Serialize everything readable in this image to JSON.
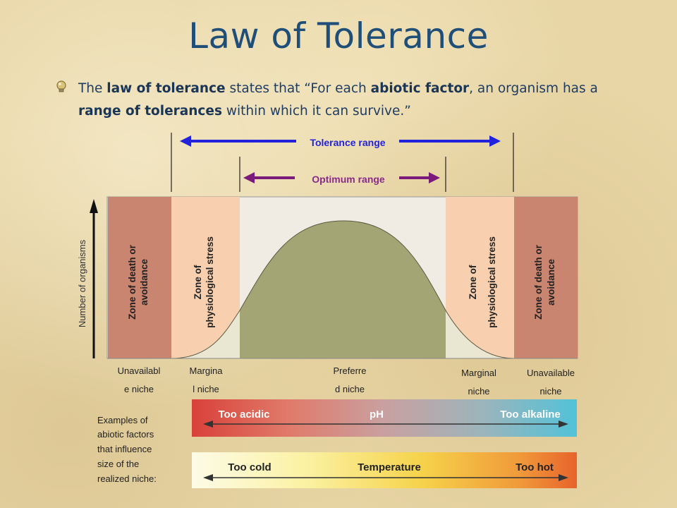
{
  "title": "Law of Tolerance",
  "statement": {
    "p1": "The ",
    "b1": "law of tolerance",
    "p2": " states that “For each ",
    "b2": "abiotic factor",
    "p3": ", an organism has a ",
    "b3": "range of tolerances",
    "p4": " within which it can survive.”"
  },
  "ranges": {
    "tolerance": "Tolerance  range",
    "optimum": "Optimum  range"
  },
  "y_axis": "Number  of organisms",
  "zones": {
    "death_left_1": "Zone of death or",
    "death_left_2": "avoidance",
    "stress_left_1": "Zone of",
    "stress_left_2": "physiological stress",
    "stress_right_1": "Zone of",
    "stress_right_2": "physiological stress",
    "death_right_1": "Zone of death or",
    "death_right_2": "avoidance"
  },
  "niches": {
    "unavail_left_1": "Unavailabl",
    "unavail_left_2": "e niche",
    "marginal_left_1": "Margina",
    "marginal_left_2": "l niche",
    "preferred_1": "Preferre",
    "preferred_2": "d niche",
    "marginal_right_1": "Marginal",
    "marginal_right_2": "niche",
    "unavail_right_1": "Unavailable",
    "unavail_right_2": "niche"
  },
  "examples": [
    "Examples of",
    "abiotic factors",
    "that influence",
    "size of the",
    "realized niche:"
  ],
  "ph_bar": {
    "left": "Too acidic",
    "center": "pH",
    "right": "Too alkaline"
  },
  "temp_bar": {
    "left": "Too cold",
    "center": "Temperature",
    "right": "Too hot"
  },
  "colors": {
    "title": "#1f4e79",
    "tolerance_arrow": "#2222dd",
    "optimum_arrow": "#7b1a7b",
    "death_zone": "#c98570",
    "stress_zone": "#f8d0b0",
    "curve_fill": "#a4a575"
  }
}
